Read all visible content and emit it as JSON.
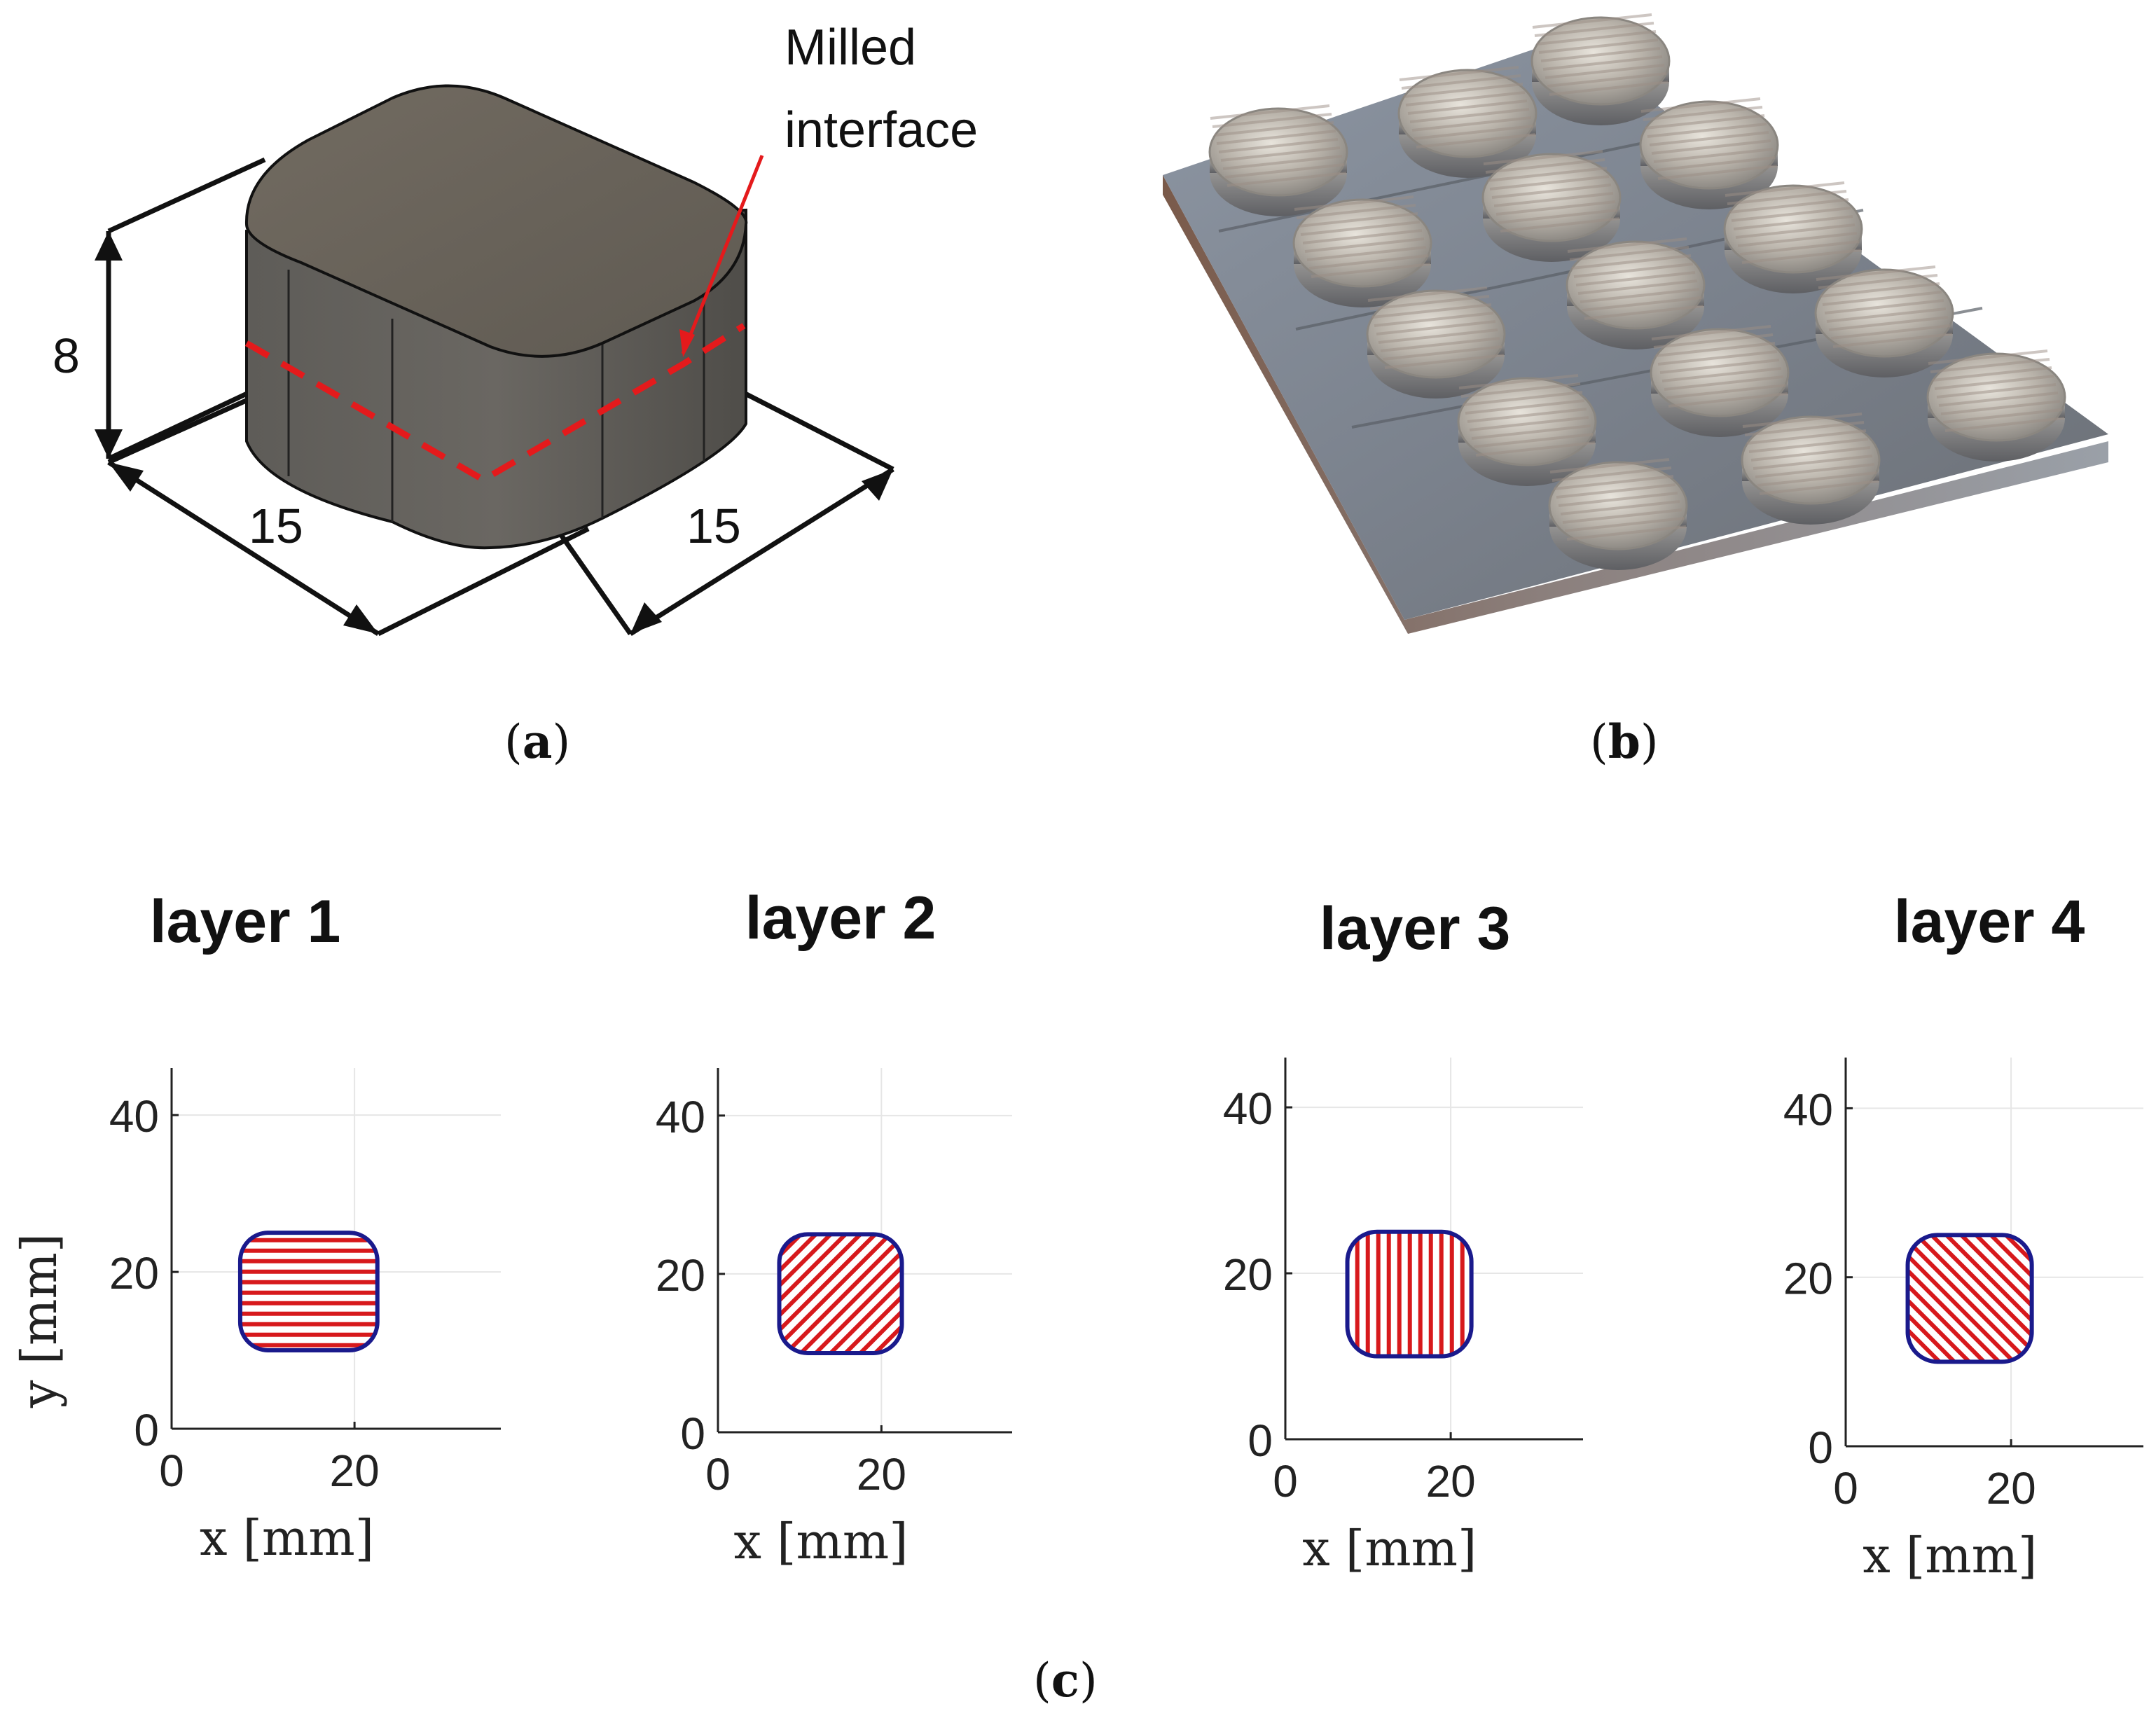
{
  "panel_a": {
    "annotation_line1": "Milled",
    "annotation_line2": "interface",
    "dim_height": "8",
    "dim_length": "15",
    "dim_width": "15",
    "caption": "a",
    "colors": {
      "body_top": "#6b655c",
      "body_side": "#5d5a54",
      "interface": "#e41a1c",
      "outline": "#111111"
    }
  },
  "panel_b": {
    "caption": "b",
    "colors": {
      "plate": "#7c838e",
      "deposit": "#b8b4ad"
    }
  },
  "panel_c": {
    "caption": "c",
    "x_label": "x [mm]",
    "y_label": "y [mm]",
    "layers": [
      {
        "title": "layer 1",
        "hatch_angle_deg": 0
      },
      {
        "title": "layer 2",
        "hatch_angle_deg": 45
      },
      {
        "title": "layer 3",
        "hatch_angle_deg": 90
      },
      {
        "title": "layer 4",
        "hatch_angle_deg": 135
      }
    ],
    "colors": {
      "hatch": "#d7191c",
      "outline": "#1a1a8c",
      "grid": "#e6e6e6"
    }
  },
  "chart_data": [
    {
      "type": "scatter",
      "title": "layer 1",
      "xlabel": "x [mm]",
      "ylabel": "y [mm]",
      "xlim": [
        0,
        36
      ],
      "ylim": [
        0,
        46
      ],
      "xticks": [
        0,
        20
      ],
      "yticks": [
        0,
        20,
        40
      ],
      "shape": {
        "x_range": [
          7.5,
          22.5
        ],
        "y_range": [
          10,
          25
        ],
        "hatch_angle_deg": 0
      }
    },
    {
      "type": "scatter",
      "title": "layer 2",
      "xlabel": "x [mm]",
      "ylabel": "",
      "xlim": [
        0,
        36
      ],
      "ylim": [
        0,
        46
      ],
      "xticks": [
        0,
        20
      ],
      "yticks": [
        0,
        20,
        40
      ],
      "shape": {
        "x_range": [
          7.5,
          22.5
        ],
        "y_range": [
          10,
          25
        ],
        "hatch_angle_deg": 45
      }
    },
    {
      "type": "scatter",
      "title": "layer 3",
      "xlabel": "x [mm]",
      "ylabel": "",
      "xlim": [
        0,
        36
      ],
      "ylim": [
        0,
        46
      ],
      "xticks": [
        0,
        20
      ],
      "yticks": [
        0,
        20,
        40
      ],
      "shape": {
        "x_range": [
          7.5,
          22.5
        ],
        "y_range": [
          10,
          25
        ],
        "hatch_angle_deg": 90
      }
    },
    {
      "type": "scatter",
      "title": "layer 4",
      "xlabel": "x [mm]",
      "ylabel": "",
      "xlim": [
        0,
        36
      ],
      "ylim": [
        0,
        46
      ],
      "xticks": [
        0,
        20
      ],
      "yticks": [
        0,
        20,
        40
      ],
      "shape": {
        "x_range": [
          7.5,
          22.5
        ],
        "y_range": [
          10,
          25
        ],
        "hatch_angle_deg": 135
      }
    }
  ]
}
